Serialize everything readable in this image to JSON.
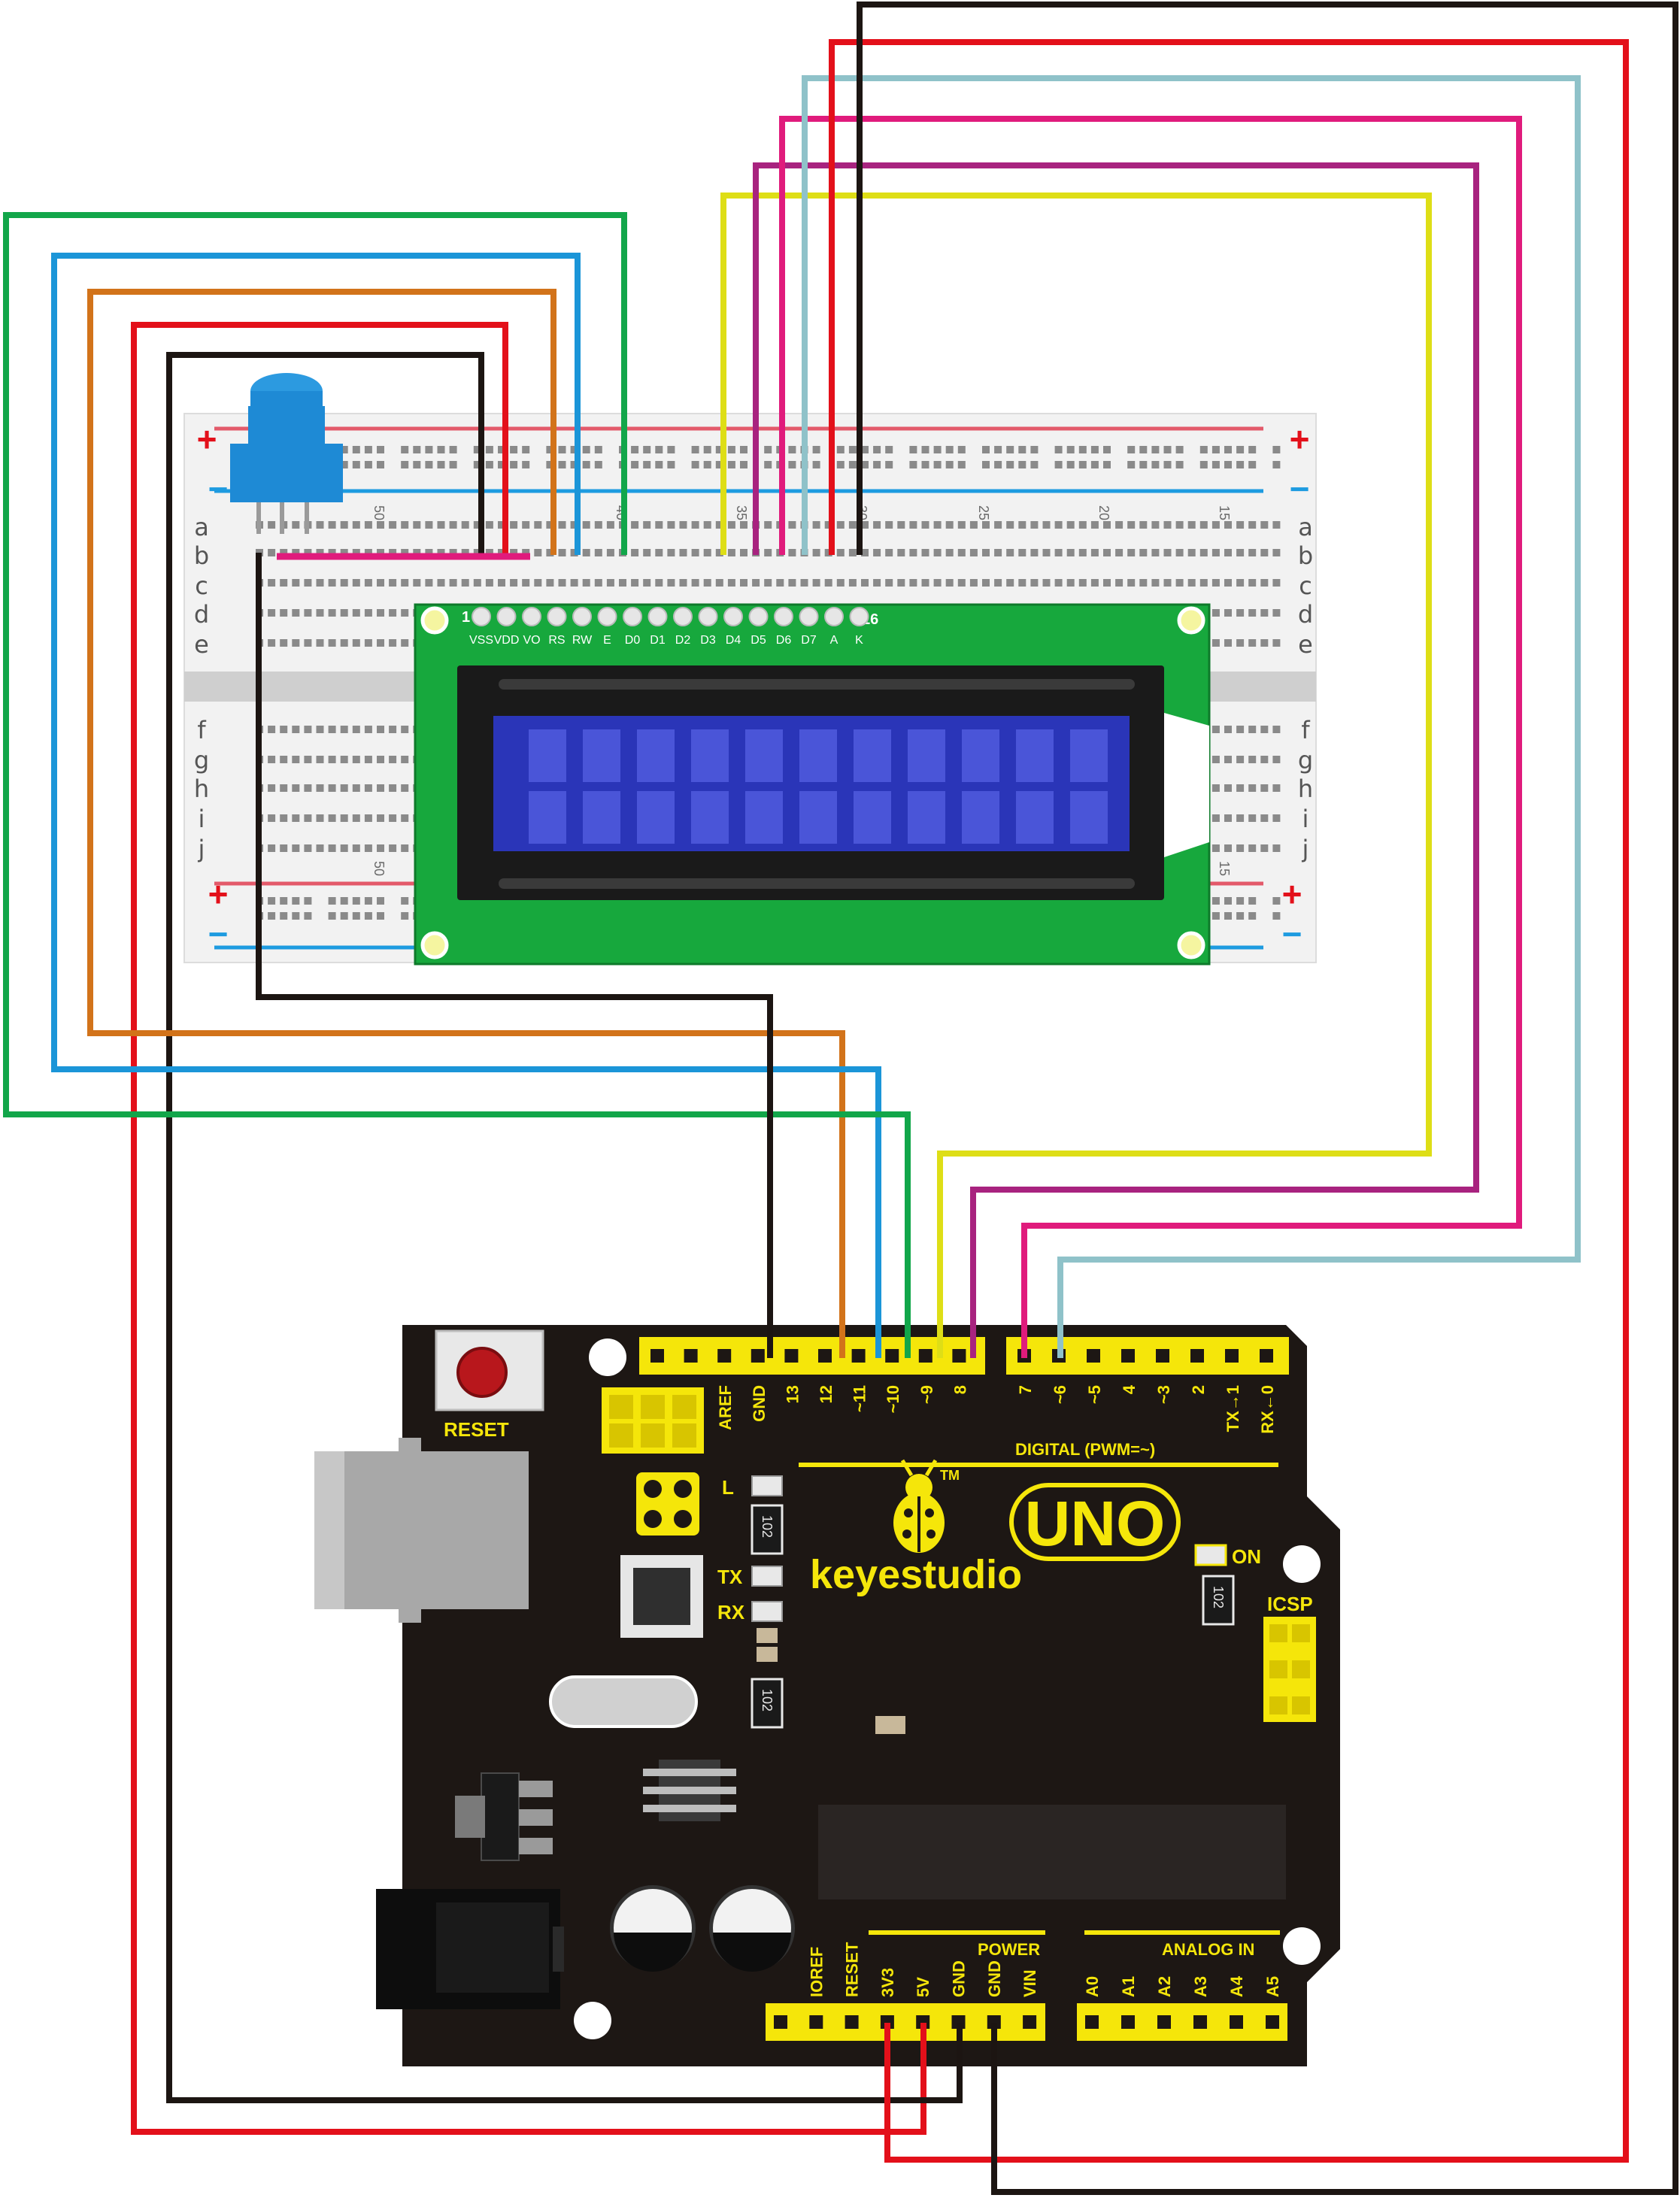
{
  "breadboard": {
    "column_numbers_top": [
      "50",
      "40",
      "35",
      "30",
      "25",
      "20",
      "15"
    ],
    "column_numbers_bottom": [
      "50",
      "15"
    ],
    "rows_top": [
      "a",
      "b",
      "c",
      "d",
      "e"
    ],
    "rows_bottom": [
      "f",
      "g",
      "h",
      "i",
      "j"
    ],
    "plus": "+",
    "minus": "−"
  },
  "lcd": {
    "pin_first": "1",
    "pin_last": "16",
    "pins": [
      "VSS",
      "VDD",
      "VO",
      "RS",
      "RW",
      "E",
      "D0",
      "D1",
      "D2",
      "D3",
      "D4",
      "D5",
      "D6",
      "D7",
      "A",
      "K"
    ],
    "pcb_color": "#17a83d",
    "screen_color": "#2a35b8"
  },
  "arduino": {
    "brand": "keyestudio",
    "model": "UNO",
    "tm": "TM",
    "reset_label": "RESET",
    "digital_pins": [
      "AREF",
      "GND",
      "13",
      "12",
      "~11",
      "~10",
      "~9",
      "8",
      "7",
      "~6",
      "~5",
      "4",
      "~3",
      "2",
      "TX→1",
      "RX←0"
    ],
    "digital_label": "DIGITAL (PWM=~)",
    "power_label": "POWER",
    "power_pins": [
      "IOREF",
      "RESET",
      "3V3",
      "5V",
      "GND",
      "GND",
      "VIN"
    ],
    "analog_label": "ANALOG IN",
    "analog_pins": [
      "A0",
      "A1",
      "A2",
      "A3",
      "A4",
      "A5"
    ],
    "led_labels": [
      "L",
      "TX",
      "RX"
    ],
    "on_label": "ON",
    "icsp_label": "ICSP",
    "resistor_code": "102",
    "board_color": "#1d1714",
    "header_color": "#f5e60a"
  },
  "wire_colors": {
    "red": "#e3101a",
    "black": "#1c1512",
    "green": "#12a64a",
    "blue": "#1b95d8",
    "orange": "#d2731a",
    "yellow": "#dede16",
    "purple": "#a8237f",
    "magenta": "#e01b7c",
    "lightblue": "#8fc2c9",
    "pot_blue": "#1e8ad5"
  }
}
